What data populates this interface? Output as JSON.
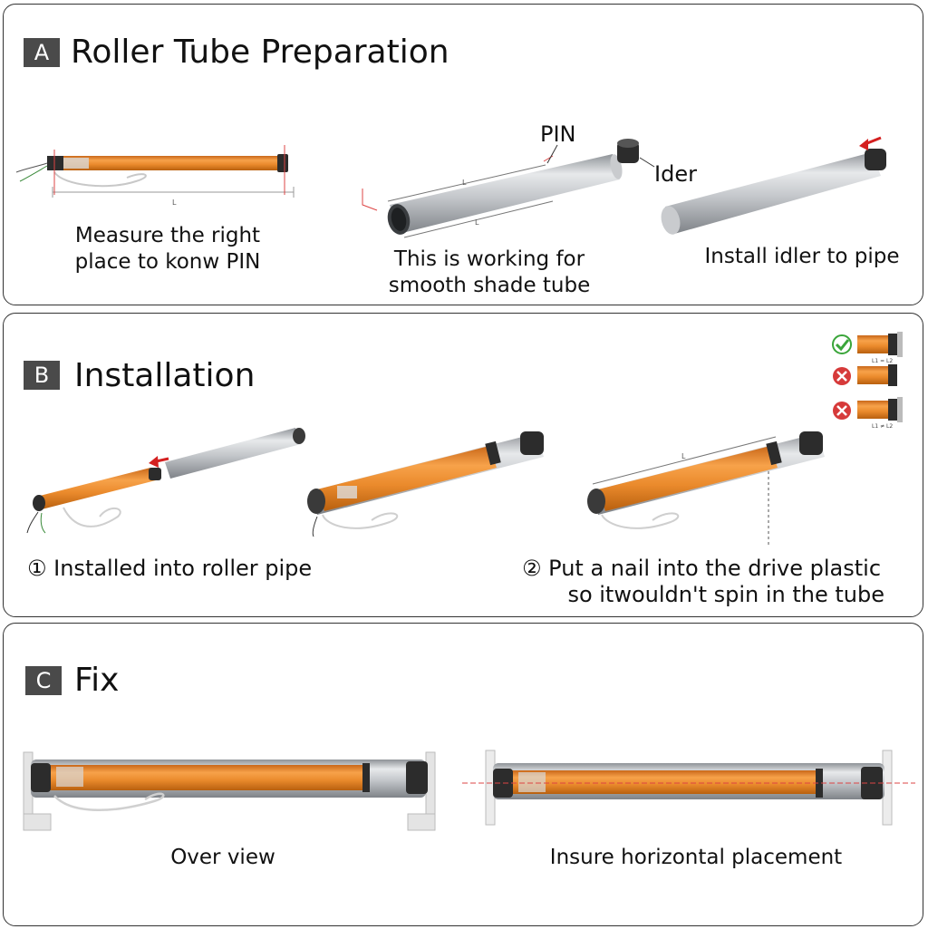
{
  "sections": {
    "a": {
      "badge": "A",
      "title": "Roller Tube Preparation",
      "caption1_l1": "Measure the right",
      "caption1_l2": "place to konw PIN",
      "pin_label": "PIN",
      "idler_label": "Ider",
      "caption2_l1": "This is working for",
      "caption2_l2": "smooth shade tube",
      "caption3": "Install idler to pipe",
      "dim_mark": "L"
    },
    "b": {
      "badge": "B",
      "title": "Installation",
      "step1": "① Installed into roller pipe",
      "step2_l1": "② Put a nail into the drive plastic",
      "step2_l2": "so itwouldn't spin in the tube",
      "check_eq": "L1 = L2",
      "check_ne": "L1 ≠ L2"
    },
    "c": {
      "badge": "C",
      "title": "Fix",
      "caption1": "Over view",
      "caption2": "Insure horizontal placement"
    }
  },
  "colors": {
    "tube_orange": "#e98a2a",
    "pipe_silver": "#b5b8bc",
    "end_cap": "#2c2c2c",
    "arrow_red": "#d42020",
    "ok_green": "#3aa53a",
    "bad_red": "#d63a3a",
    "badge_gray": "#4a4a4a"
  },
  "icons": [
    "check-icon",
    "cross-icon",
    "red-arrow-icon"
  ]
}
